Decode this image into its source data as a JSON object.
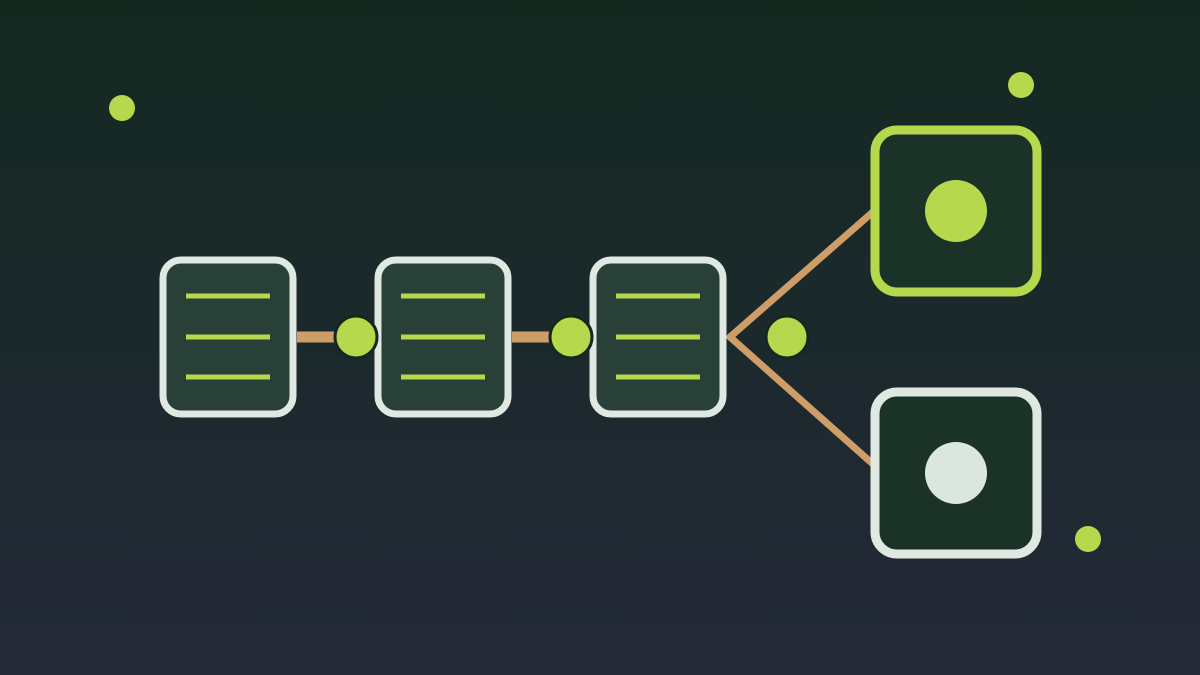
{
  "diagram": {
    "type": "pipeline-branch",
    "colors": {
      "background_top": "#132920",
      "background_bottom": "#242938",
      "accent_green": "#b5d84c",
      "connector_tan": "#cf9d68",
      "node_border_light": "#dfe9e1",
      "node_fill": "#294038",
      "output_fill": "#1b3229",
      "output_dot_light": "#dbe6df",
      "node_line": "#b5d84c"
    },
    "stages": [
      {
        "id": "stage-1",
        "icon": "lines-icon",
        "line_count": 3
      },
      {
        "id": "stage-2",
        "icon": "lines-icon",
        "line_count": 3
      },
      {
        "id": "stage-3",
        "icon": "lines-icon",
        "line_count": 3
      }
    ],
    "connector_dots": [
      {
        "id": "dot-1",
        "between": [
          "stage-1",
          "stage-2"
        ]
      },
      {
        "id": "dot-2",
        "between": [
          "stage-2",
          "stage-3"
        ]
      },
      {
        "id": "dot-3",
        "after": "stage-3"
      }
    ],
    "outputs": [
      {
        "id": "output-top",
        "state": "selected",
        "icon": "circle-dot-icon"
      },
      {
        "id": "output-bottom",
        "state": "default",
        "icon": "circle-dot-icon"
      }
    ],
    "decorative_dots": [
      {
        "id": "spark-top-left"
      },
      {
        "id": "spark-top-right"
      },
      {
        "id": "spark-bottom-right"
      }
    ]
  }
}
